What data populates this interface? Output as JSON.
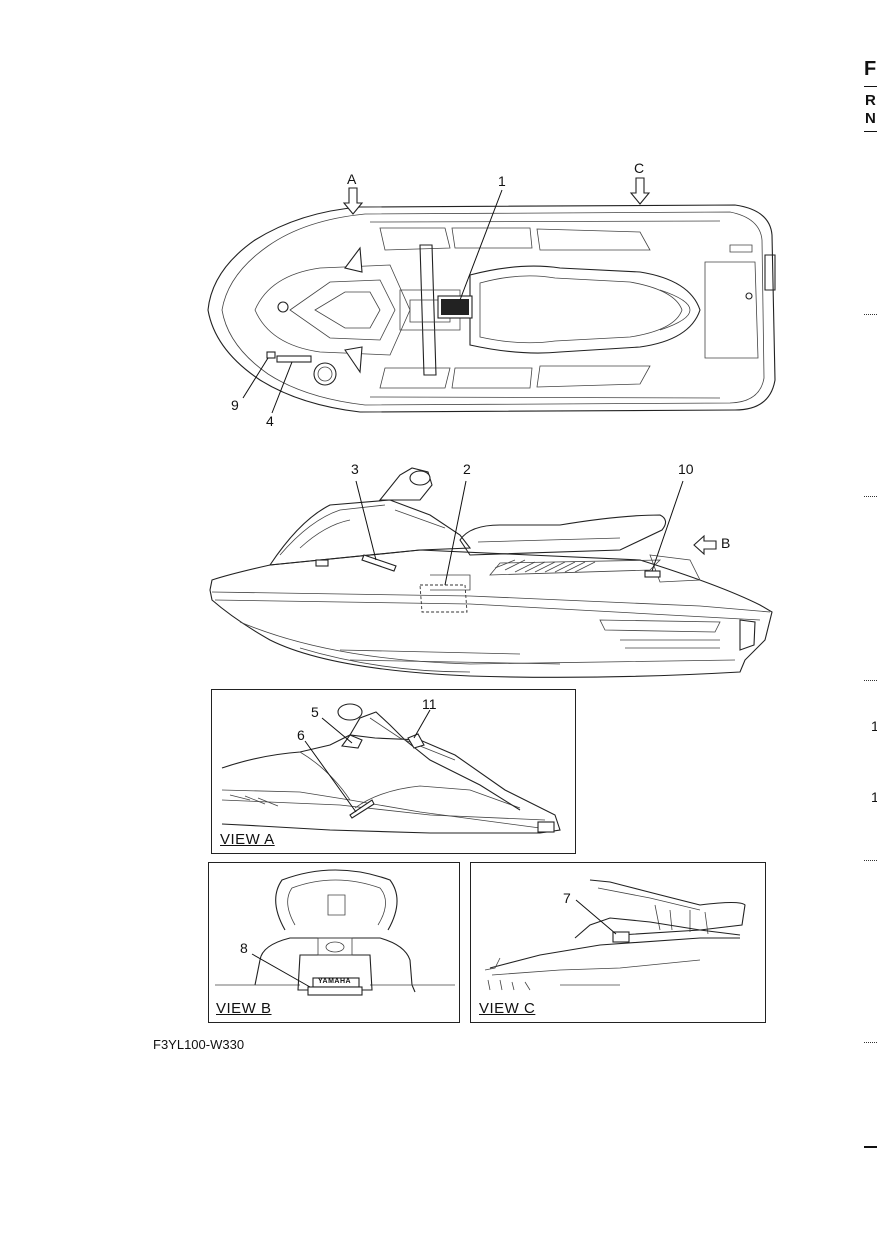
{
  "edge_text": {
    "letter_f": "F",
    "letter_r": "R",
    "letter_n": "N",
    "num_1a": "1",
    "num_1b": "1"
  },
  "top_view": {
    "arrow_a": "A",
    "arrow_c": "C",
    "callouts": [
      "1",
      "9",
      "4"
    ]
  },
  "side_view": {
    "arrow_b": "B",
    "callouts": [
      "3",
      "2",
      "10"
    ]
  },
  "view_a": {
    "title": "VIEW A",
    "callouts": [
      "5",
      "11",
      "6"
    ]
  },
  "view_b": {
    "title": "VIEW B",
    "callouts": [
      "8"
    ],
    "badge_text": "YAMAHA"
  },
  "view_c": {
    "title": "VIEW C",
    "callouts": [
      "7"
    ]
  },
  "figure_code": "F3YL100-W330"
}
